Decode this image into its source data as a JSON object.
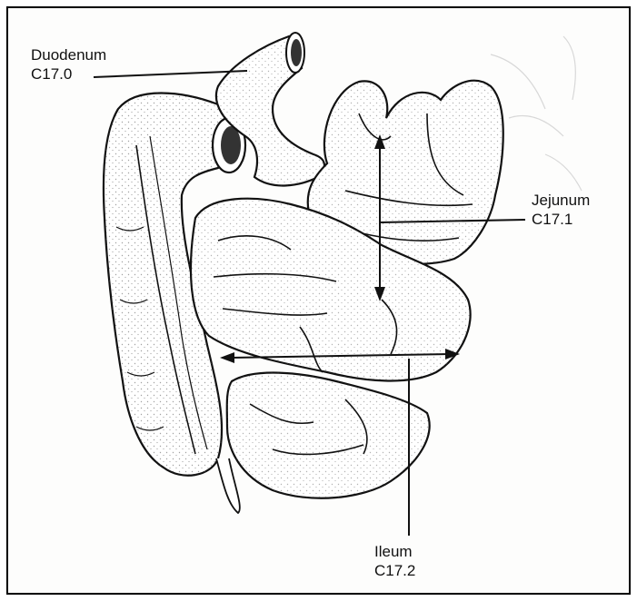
{
  "labels": {
    "duodenum": {
      "name": "Duodenum",
      "code": "C17.0"
    },
    "jejunum": {
      "name": "Jejunum",
      "code": "C17.1"
    },
    "ileum": {
      "name": "Ileum",
      "code": "C17.2"
    }
  },
  "colors": {
    "ink": "#111111",
    "tissue": "#ffffff",
    "stipple": "#555555",
    "frame": "#000000"
  }
}
